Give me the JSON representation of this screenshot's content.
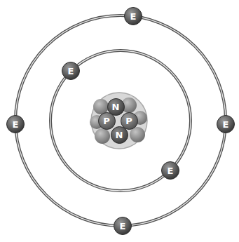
{
  "diagram": {
    "nodes": [
      {
        "text": [
          "E"
        ]
      },
      {
        "text": [
          "E"
        ]
      },
      {
        "text": [
          "N"
        ]
      },
      {
        "text": [
          "P"
        ]
      },
      {
        "text": [
          "P"
        ]
      },
      {
        "text": [
          "N"
        ]
      },
      {
        "text": [
          "E"
        ]
      },
      {
        "text": [
          "E"
        ]
      },
      {
        "text": [
          "E"
        ]
      },
      {
        "text": [
          "E"
        ]
      }
    ]
  }
}
